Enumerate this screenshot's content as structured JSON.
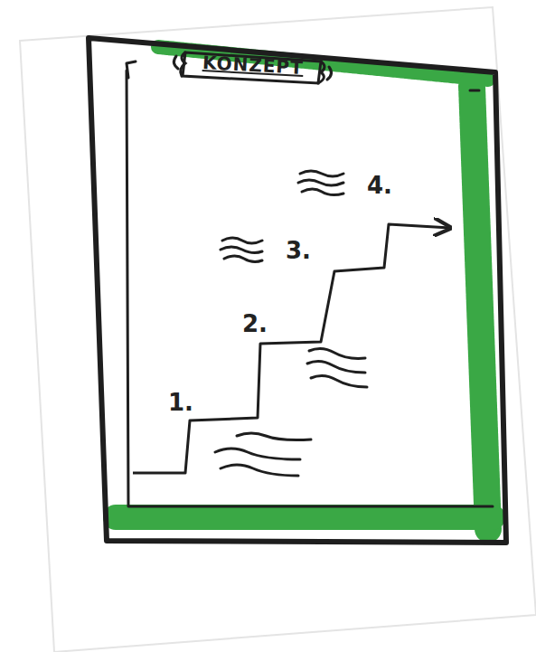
{
  "diagram": {
    "title": "KONZEPT",
    "labels": [
      "1.",
      "2.",
      "3.",
      "4."
    ]
  }
}
